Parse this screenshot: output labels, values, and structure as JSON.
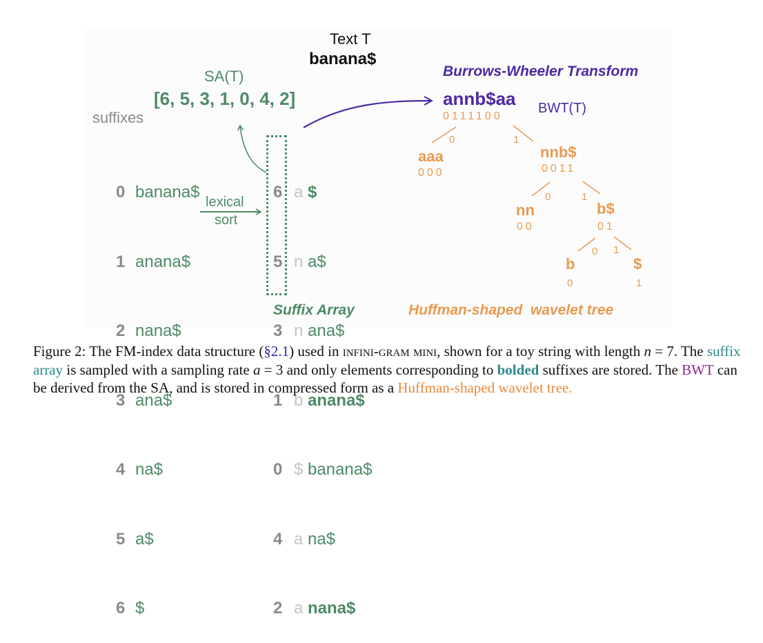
{
  "figure": {
    "text_title": "Text T",
    "text_value": "banana$",
    "sa_label": "SA(T)",
    "sa_values": "[6, 5, 3, 1, 0, 4, 2]",
    "suffixes_label": "suffixes",
    "suffixes": [
      {
        "index": "0",
        "suffix": "banana$"
      },
      {
        "index": "1",
        "suffix": "anana$"
      },
      {
        "index": "2",
        "suffix": "nana$"
      },
      {
        "index": "3",
        "suffix": "ana$"
      },
      {
        "index": "4",
        "suffix": "na$"
      },
      {
        "index": "5",
        "suffix": "a$"
      },
      {
        "index": "6",
        "suffix": "$"
      }
    ],
    "sort_label_line1": "lexical",
    "sort_label_line2": "sort",
    "sorted_suffixes": [
      {
        "sa": "6",
        "prev": "a",
        "suffix": "$",
        "bold": true
      },
      {
        "sa": "5",
        "prev": "n",
        "suffix": "a$",
        "bold": false
      },
      {
        "sa": "3",
        "prev": "n",
        "suffix": "ana$",
        "bold": false
      },
      {
        "sa": "1",
        "prev": "b",
        "suffix": "anana$",
        "bold": true
      },
      {
        "sa": "0",
        "prev": "$",
        "suffix": "banana$",
        "bold": false
      },
      {
        "sa": "4",
        "prev": "a",
        "suffix": "na$",
        "bold": false
      },
      {
        "sa": "2",
        "prev": "a",
        "suffix": "nana$",
        "bold": true
      }
    ],
    "suffix_array_title": "Suffix Array",
    "bwt_title": "Burrows-Wheeler Transform",
    "bwt_string": "annb$aa",
    "bwt_label": "BWT(T)",
    "bwt_bits": "0111100",
    "wavelet_tree": {
      "root_edge_left": "0",
      "root_edge_right": "1",
      "left": {
        "label": "aaa",
        "bits": "000"
      },
      "right": {
        "label": "nnb$",
        "bits": "0011",
        "edge_left": "0",
        "edge_right": "1",
        "left": {
          "label": "nn",
          "bits": "00"
        },
        "right": {
          "label": "b$",
          "bits": "01",
          "edge_left": "0",
          "edge_right": "1",
          "left": {
            "label": "b",
            "bits": "0"
          },
          "right": {
            "label": "$",
            "bits": "1"
          }
        }
      }
    },
    "wavelet_tree_title": "Huffman-shaped  wavelet tree",
    "colors": {
      "suffix_green": "#4e8a66",
      "bwt_purple": "#4b2aa0",
      "wavelet_orange": "#e89a50",
      "index_gray": "#8a8a8a",
      "prev_char_gray": "#c4c4c4"
    }
  },
  "caption": {
    "p1": "Figure 2: The FM-index data structure (",
    "ref": "§2.1",
    "p2": ") used in ",
    "system": "infini-gram mini",
    "p3": ", shown for a toy string with length ",
    "n_var": "n",
    "p4": " = 7. The ",
    "suffix_array": "suffix array",
    "p5": " is sampled with a sampling rate ",
    "a_var": "a",
    "p6": " = 3 and only elements corresponding to ",
    "bolded": "bolded",
    "p7": " suffixes are stored. The ",
    "bwt": "BWT",
    "p8": " can be derived from the SA, and is stored in compressed form as a ",
    "huffman": "Huffman-shaped wavelet tree."
  }
}
